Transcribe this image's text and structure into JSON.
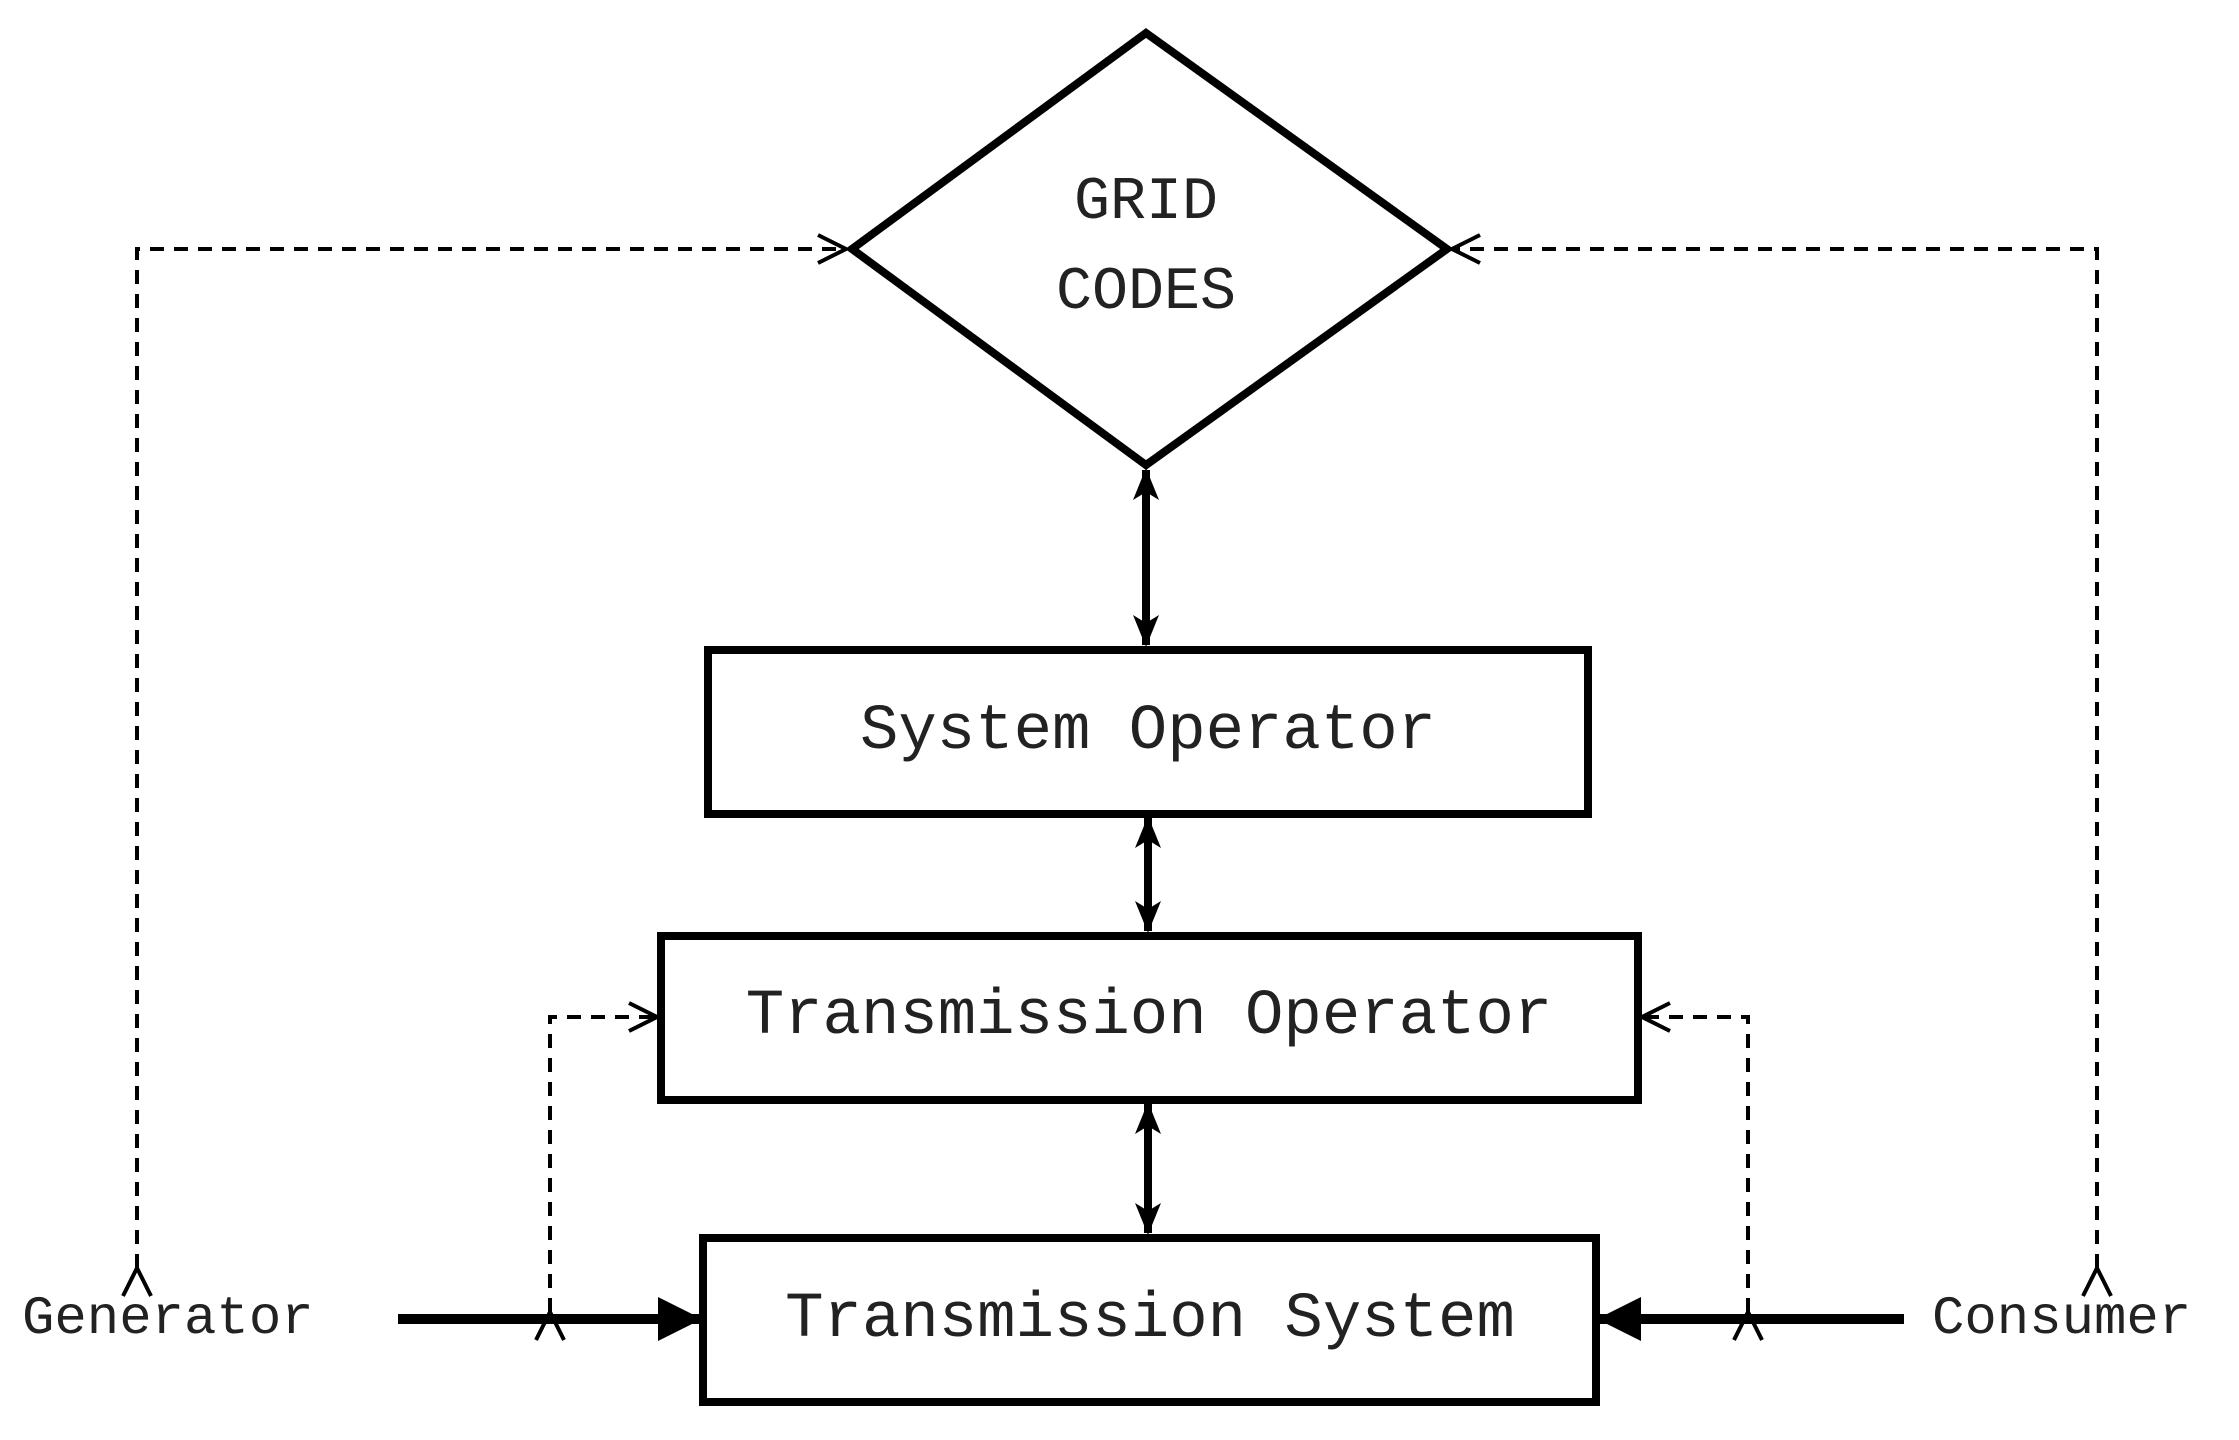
{
  "diagram": {
    "decision": {
      "line1": "GRID",
      "line2": "CODES"
    },
    "boxes": {
      "system_operator": "System Operator",
      "transmission_operator": "Transmission Operator",
      "transmission_system": "Transmission System"
    },
    "external": {
      "generator": "Generator",
      "consumer": "Consumer"
    }
  }
}
